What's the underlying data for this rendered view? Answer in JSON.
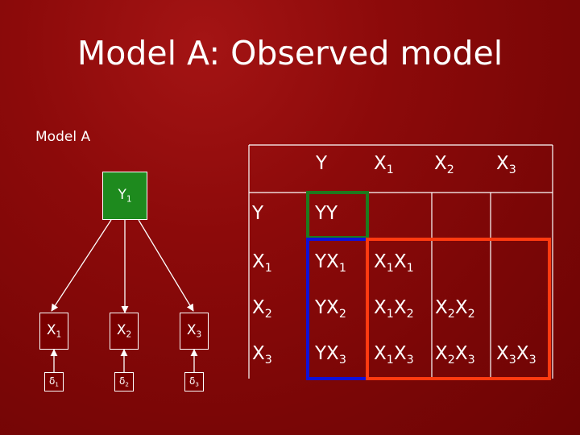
{
  "title": "Model A: Observed model",
  "model_label": "Model A",
  "diagram": {
    "latent": {
      "base": "Y",
      "sub": "1"
    },
    "indicators": [
      {
        "base": "X",
        "sub": "1"
      },
      {
        "base": "X",
        "sub": "2"
      },
      {
        "base": "X",
        "sub": "3"
      }
    ],
    "errors": [
      {
        "base": "δ",
        "sub": "1"
      },
      {
        "base": "δ",
        "sub": "2"
      },
      {
        "base": "δ",
        "sub": "3"
      }
    ]
  },
  "matrix": {
    "col_headers": [
      {
        "base": "Y",
        "sub": ""
      },
      {
        "base": "X",
        "sub": "1"
      },
      {
        "base": "X",
        "sub": "2"
      },
      {
        "base": "X",
        "sub": "3"
      }
    ],
    "row_headers": [
      {
        "base": "Y",
        "sub": ""
      },
      {
        "base": "X",
        "sub": "1"
      },
      {
        "base": "X",
        "sub": "2"
      },
      {
        "base": "X",
        "sub": "3"
      }
    ],
    "cells": {
      "r0c0": {
        "a": "YY",
        "a_sub": "",
        "b": "",
        "b_sub": ""
      },
      "r1c0": {
        "a": "YX",
        "a_sub": "1",
        "b": "",
        "b_sub": ""
      },
      "r1c1": {
        "a": "X",
        "a_sub": "1",
        "b": "X",
        "b_sub": "1"
      },
      "r2c0": {
        "a": "YX",
        "a_sub": "2",
        "b": "",
        "b_sub": ""
      },
      "r2c1": {
        "a": "X",
        "a_sub": "1",
        "b": "X",
        "b_sub": "2"
      },
      "r2c2": {
        "a": "X",
        "a_sub": "2",
        "b": "X",
        "b_sub": "2"
      },
      "r3c0": {
        "a": "YX",
        "a_sub": "3",
        "b": "",
        "b_sub": ""
      },
      "r3c1": {
        "a": "X",
        "a_sub": "1",
        "b": "X",
        "b_sub": "3"
      },
      "r3c2": {
        "a": "X",
        "a_sub": "2",
        "b": "X",
        "b_sub": "3"
      },
      "r3c3": {
        "a": "X",
        "a_sub": "3",
        "b": "X",
        "b_sub": "3"
      }
    },
    "highlight_colors": {
      "green": "#1e7a1e",
      "blue": "#1010d8",
      "orange": "#ff3a10"
    }
  },
  "colors": {
    "background": "#8c0a0a",
    "latent_fill": "#1e8a1e",
    "indicator_fill": "#7a0000",
    "grid_line": "#ffffff"
  }
}
